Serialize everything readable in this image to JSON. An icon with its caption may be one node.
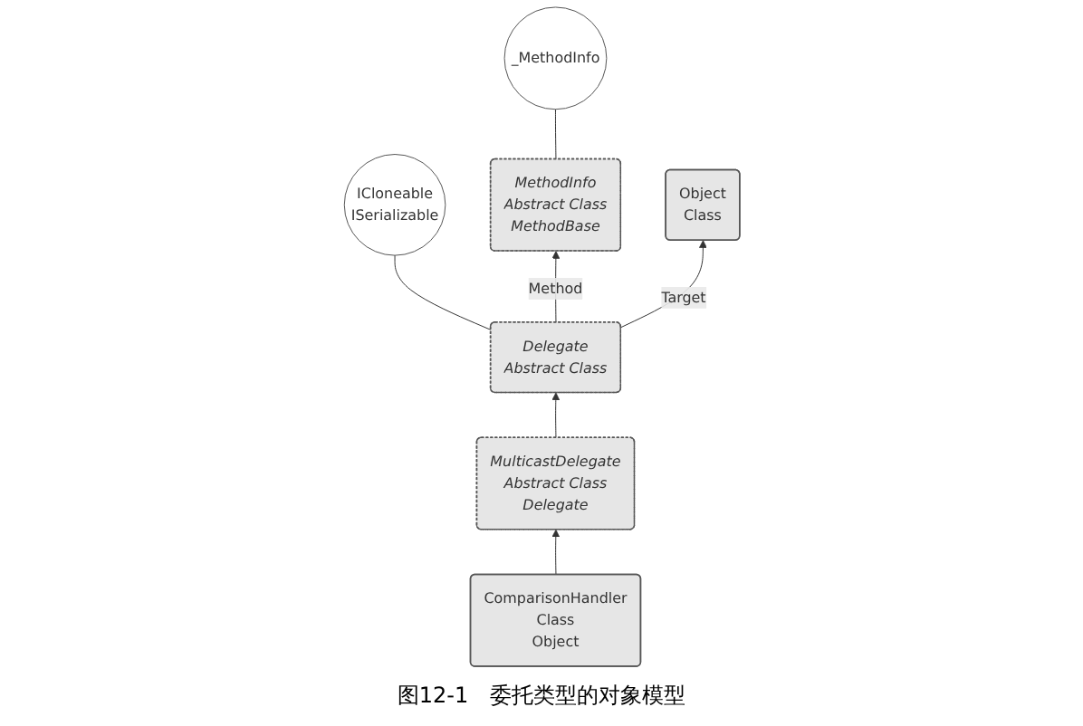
{
  "diagram": {
    "caption": "图12-1　委托类型的对象模型",
    "nodes": [
      {
        "text": [
          "ICloneable",
          "ISerializable"
        ]
      },
      {
        "text": [
          "_MethodInfo"
        ]
      },
      {
        "text": [
          "Delegate",
          "Abstract Class"
        ]
      },
      {
        "text": [
          "MethodInfo",
          "Abstract Class",
          "MethodBase"
        ]
      },
      {
        "text": [
          "MulticastDelegate",
          "Abstract Class",
          "Delegate"
        ]
      },
      {
        "text": [
          "Object",
          "Class"
        ]
      },
      {
        "text": [
          "ComparisonHandler",
          "Class",
          "Object"
        ]
      }
    ],
    "edges": [
      {
        "from": 2,
        "to": 0,
        "arrow": "none"
      },
      {
        "from": 3,
        "to": 1,
        "arrow": "none"
      },
      {
        "from": 2,
        "to": 3,
        "arrow": "to",
        "label": "Method"
      },
      {
        "from": 2,
        "to": 5,
        "arrow": "to",
        "label": "Target"
      },
      {
        "from": 4,
        "to": 2,
        "arrow": "to"
      },
      {
        "from": 6,
        "to": 4,
        "arrow": "to"
      }
    ]
  }
}
